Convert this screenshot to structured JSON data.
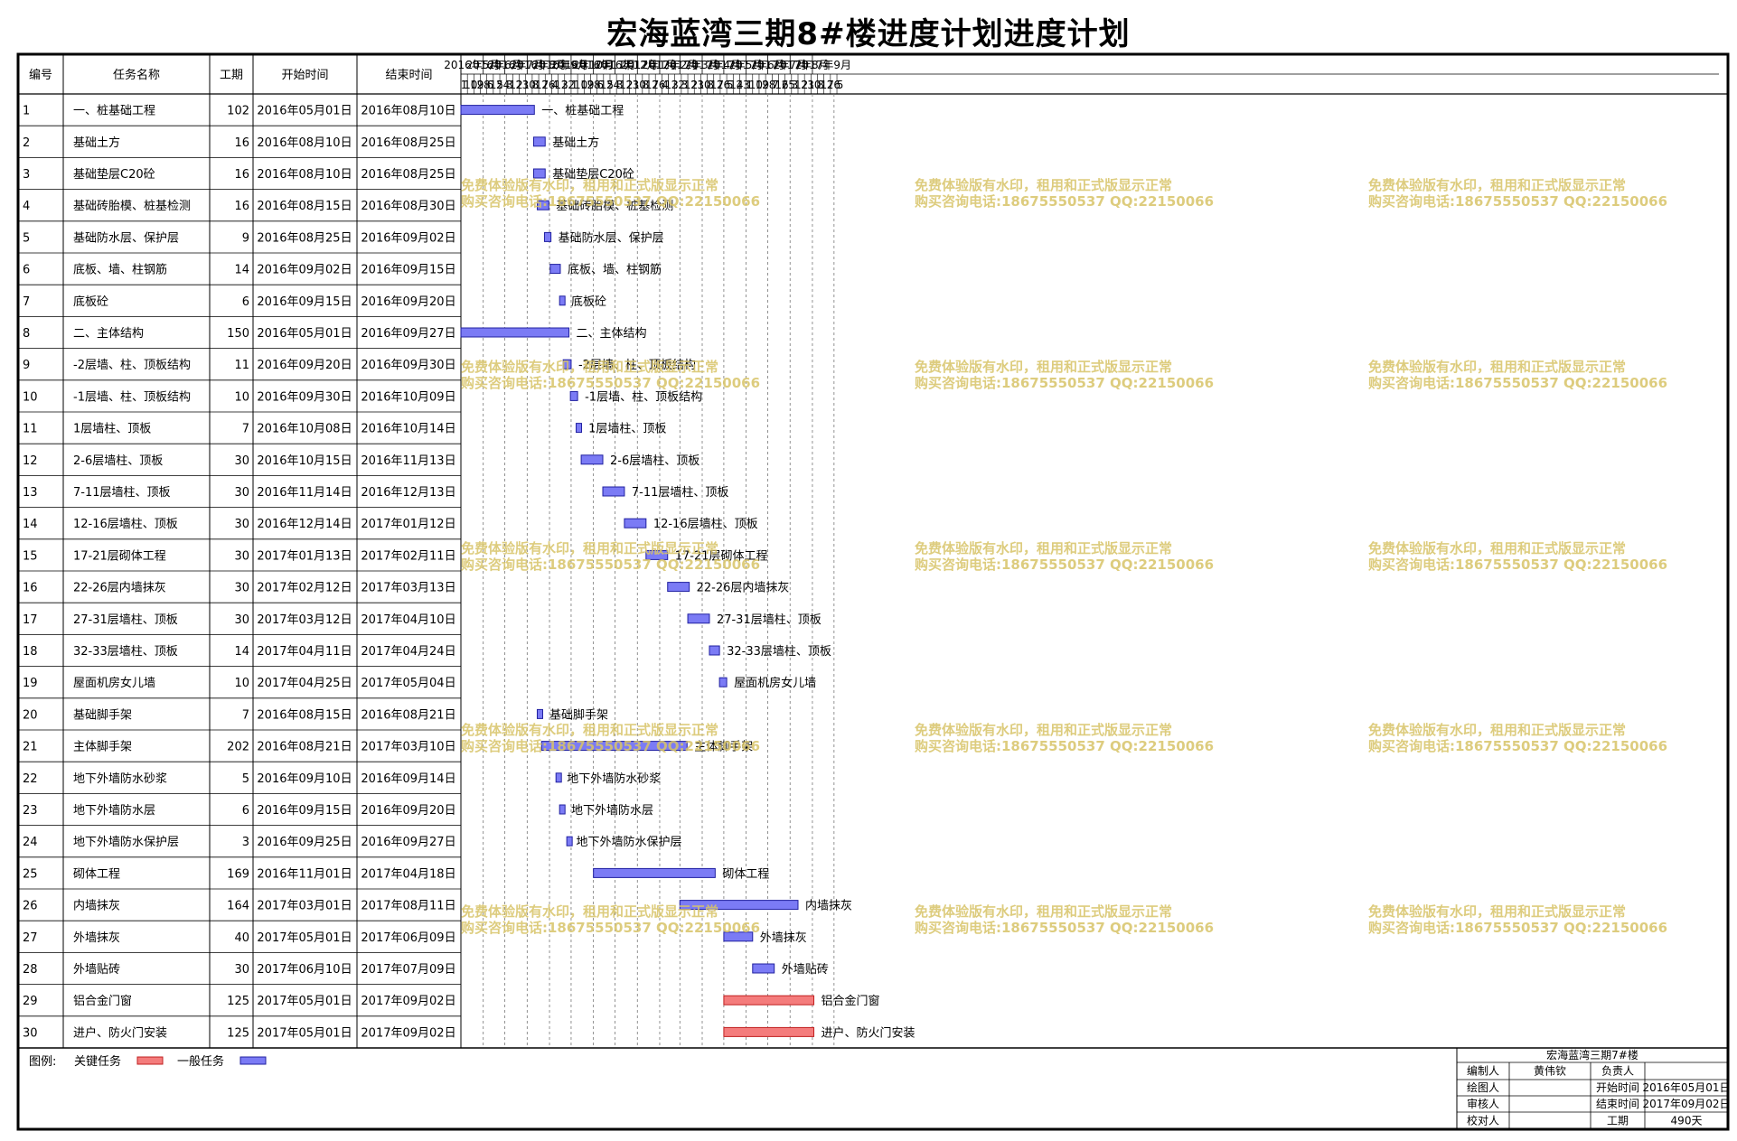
{
  "title": "宏海蓝湾三期8#楼进度计划进度计划",
  "columns": [
    "编号",
    "任务名称",
    "工期",
    "开始时间",
    "结束时间"
  ],
  "months": [
    "2016年5月",
    "2016年6月",
    "2016年7月",
    "2016年8月",
    "2016年9月",
    "2016年10月",
    "2016年11月",
    "2016年12月",
    "2017年1月",
    "2017年2月",
    "2017年3月",
    "2017年4月",
    "2017年5月",
    "2017年6月",
    "2017年7月",
    "2017年8月",
    "2017年9月"
  ],
  "day_ticks": [
    "1",
    "10",
    "19",
    "28",
    "6",
    "15",
    "24",
    "3",
    "12",
    "21",
    "30",
    "8",
    "17",
    "26",
    "4",
    "13",
    "22",
    "1",
    "10",
    "19",
    "28",
    "6",
    "15",
    "24",
    "3",
    "12",
    "21",
    "30",
    "8",
    "17",
    "26",
    "4",
    "13",
    "22",
    "3",
    "12",
    "21",
    "30",
    "8",
    "17",
    "26",
    "5",
    "14",
    "23",
    "1",
    "10",
    "19",
    "28",
    "7",
    "16",
    "25",
    "3",
    "12",
    "21",
    "30",
    "8",
    "17",
    "26",
    "5"
  ],
  "chart_data": {
    "type": "gantt",
    "x_range": [
      "2016-05-01",
      "2017-09-29"
    ],
    "tasks": [
      {
        "id": "1",
        "name": "一、桩基础工程",
        "duration": "102",
        "start_text": "2016年05月01日",
        "end_text": "2016年08月10日",
        "start": "2016-05-01",
        "end": "2016-08-10",
        "critical": false
      },
      {
        "id": "2",
        "name": "基础土方",
        "duration": "16",
        "start_text": "2016年08月10日",
        "end_text": "2016年08月25日",
        "start": "2016-08-10",
        "end": "2016-08-25",
        "critical": false
      },
      {
        "id": "3",
        "name": "基础垫层C20砼",
        "duration": "16",
        "start_text": "2016年08月10日",
        "end_text": "2016年08月25日",
        "start": "2016-08-10",
        "end": "2016-08-25",
        "critical": false
      },
      {
        "id": "4",
        "name": "基础砖胎模、桩基检测",
        "duration": "16",
        "start_text": "2016年08月15日",
        "end_text": "2016年08月30日",
        "start": "2016-08-15",
        "end": "2016-08-30",
        "critical": false
      },
      {
        "id": "5",
        "name": "基础防水层、保护层",
        "duration": "9",
        "start_text": "2016年08月25日",
        "end_text": "2016年09月02日",
        "start": "2016-08-25",
        "end": "2016-09-02",
        "critical": false
      },
      {
        "id": "6",
        "name": "底板、墙、柱钢筋",
        "duration": "14",
        "start_text": "2016年09月02日",
        "end_text": "2016年09月15日",
        "start": "2016-09-02",
        "end": "2016-09-15",
        "critical": false
      },
      {
        "id": "7",
        "name": "底板砼",
        "duration": "6",
        "start_text": "2016年09月15日",
        "end_text": "2016年09月20日",
        "start": "2016-09-15",
        "end": "2016-09-20",
        "critical": false
      },
      {
        "id": "8",
        "name": "二、主体结构",
        "duration": "150",
        "start_text": "2016年05月01日",
        "end_text": "2016年09月27日",
        "start": "2016-05-01",
        "end": "2016-09-27",
        "critical": false
      },
      {
        "id": "9",
        "name": "-2层墙、柱、顶板结构",
        "duration": "11",
        "start_text": "2016年09月20日",
        "end_text": "2016年09月30日",
        "start": "2016-09-20",
        "end": "2016-09-30",
        "critical": false
      },
      {
        "id": "10",
        "name": "-1层墙、柱、顶板结构",
        "duration": "10",
        "start_text": "2016年09月30日",
        "end_text": "2016年10月09日",
        "start": "2016-09-30",
        "end": "2016-10-09",
        "critical": false
      },
      {
        "id": "11",
        "name": "1层墙柱、顶板",
        "duration": "7",
        "start_text": "2016年10月08日",
        "end_text": "2016年10月14日",
        "start": "2016-10-08",
        "end": "2016-10-14",
        "critical": false
      },
      {
        "id": "12",
        "name": "2-6层墙柱、顶板",
        "duration": "30",
        "start_text": "2016年10月15日",
        "end_text": "2016年11月13日",
        "start": "2016-10-15",
        "end": "2016-11-13",
        "critical": false
      },
      {
        "id": "13",
        "name": "7-11层墙柱、顶板",
        "duration": "30",
        "start_text": "2016年11月14日",
        "end_text": "2016年12月13日",
        "start": "2016-11-14",
        "end": "2016-12-13",
        "critical": false
      },
      {
        "id": "14",
        "name": "12-16层墙柱、顶板",
        "duration": "30",
        "start_text": "2016年12月14日",
        "end_text": "2017年01月12日",
        "start": "2016-12-14",
        "end": "2017-01-12",
        "critical": false
      },
      {
        "id": "15",
        "name": "17-21层砌体工程",
        "duration": "30",
        "start_text": "2017年01月13日",
        "end_text": "2017年02月11日",
        "start": "2017-01-13",
        "end": "2017-02-11",
        "critical": false
      },
      {
        "id": "16",
        "name": "22-26层内墙抹灰",
        "duration": "30",
        "start_text": "2017年02月12日",
        "end_text": "2017年03月13日",
        "start": "2017-02-12",
        "end": "2017-03-13",
        "critical": false
      },
      {
        "id": "17",
        "name": "27-31层墙柱、顶板",
        "duration": "30",
        "start_text": "2017年03月12日",
        "end_text": "2017年04月10日",
        "start": "2017-03-12",
        "end": "2017-04-10",
        "critical": false
      },
      {
        "id": "18",
        "name": "32-33层墙柱、顶板",
        "duration": "14",
        "start_text": "2017年04月11日",
        "end_text": "2017年04月24日",
        "start": "2017-04-11",
        "end": "2017-04-24",
        "critical": false
      },
      {
        "id": "19",
        "name": "屋面机房女儿墙",
        "duration": "10",
        "start_text": "2017年04月25日",
        "end_text": "2017年05月04日",
        "start": "2017-04-25",
        "end": "2017-05-04",
        "critical": false
      },
      {
        "id": "20",
        "name": "基础脚手架",
        "duration": "7",
        "start_text": "2016年08月15日",
        "end_text": "2016年08月21日",
        "start": "2016-08-15",
        "end": "2016-08-21",
        "critical": false
      },
      {
        "id": "21",
        "name": "主体脚手架",
        "duration": "202",
        "start_text": "2016年08月21日",
        "end_text": "2017年03月10日",
        "start": "2016-08-21",
        "end": "2017-03-10",
        "critical": false
      },
      {
        "id": "22",
        "name": "地下外墙防水砂浆",
        "duration": "5",
        "start_text": "2016年09月10日",
        "end_text": "2016年09月14日",
        "start": "2016-09-10",
        "end": "2016-09-14",
        "critical": false
      },
      {
        "id": "23",
        "name": "地下外墙防水层",
        "duration": "6",
        "start_text": "2016年09月15日",
        "end_text": "2016年09月20日",
        "start": "2016-09-15",
        "end": "2016-09-20",
        "critical": false
      },
      {
        "id": "24",
        "name": "地下外墙防水保护层",
        "duration": "3",
        "start_text": "2016年09月25日",
        "end_text": "2016年09月27日",
        "start": "2016-09-25",
        "end": "2016-09-27",
        "critical": false
      },
      {
        "id": "25",
        "name": "砌体工程",
        "duration": "169",
        "start_text": "2016年11月01日",
        "end_text": "2017年04月18日",
        "start": "2016-11-01",
        "end": "2017-04-18",
        "critical": false
      },
      {
        "id": "26",
        "name": "内墙抹灰",
        "duration": "164",
        "start_text": "2017年03月01日",
        "end_text": "2017年08月11日",
        "start": "2017-03-01",
        "end": "2017-08-11",
        "critical": false
      },
      {
        "id": "27",
        "name": "外墙抹灰",
        "duration": "40",
        "start_text": "2017年05月01日",
        "end_text": "2017年06月09日",
        "start": "2017-05-01",
        "end": "2017-06-09",
        "critical": false
      },
      {
        "id": "28",
        "name": "外墙贴砖",
        "duration": "30",
        "start_text": "2017年06月10日",
        "end_text": "2017年07月09日",
        "start": "2017-06-10",
        "end": "2017-07-09",
        "critical": false
      },
      {
        "id": "29",
        "name": "铝合金门窗",
        "duration": "125",
        "start_text": "2017年05月01日",
        "end_text": "2017年09月02日",
        "start": "2017-05-01",
        "end": "2017-09-02",
        "critical": true
      },
      {
        "id": "30",
        "name": "进户、防火门安装",
        "duration": "125",
        "start_text": "2017年05月01日",
        "end_text": "2017年09月02日",
        "start": "2017-05-01",
        "end": "2017-09-02",
        "critical": true
      }
    ]
  },
  "legend": {
    "label": "图例:",
    "critical": "关键任务",
    "normal": "一般任务"
  },
  "colors": {
    "normal_fill": "#7b7bf5",
    "normal_stroke": "#2020a0",
    "critical_fill": "#f47c7c",
    "critical_stroke": "#c02020",
    "watermark": "#d8c468"
  },
  "info": {
    "project": "宏海蓝湾三期7#楼",
    "editor_label": "编制人",
    "editor": "黄伟钦",
    "owner_label": "负责人",
    "drawer_label": "绘图人",
    "start_label": "开始时间",
    "start": "2016年05月01日",
    "reviewer_label": "审核人",
    "end_label": "结束时间",
    "end": "2017年09月02日",
    "checker_label": "校对人",
    "duration_label": "工期",
    "duration": "490天"
  },
  "watermark": {
    "line1": "免费体验版有水印，租用和正式版显示正常",
    "line2": "购买咨询电话:18675550537 QQ:22150066"
  }
}
